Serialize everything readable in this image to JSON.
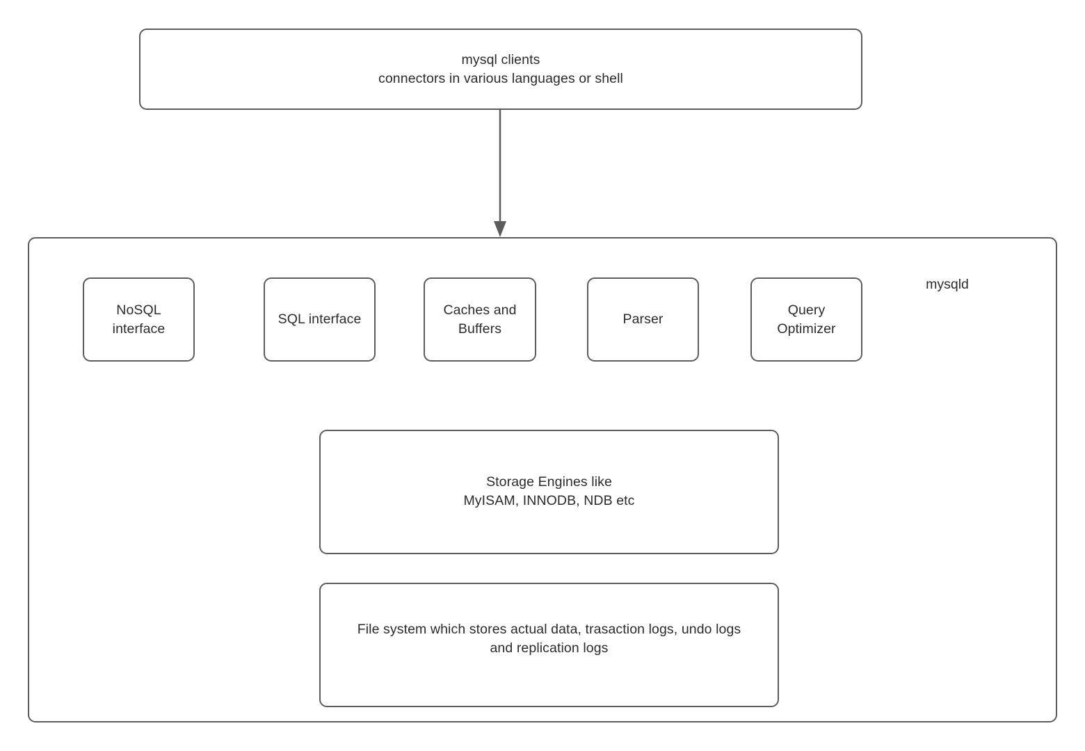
{
  "diagram": {
    "title": "MySQL server architecture diagram",
    "stroke_color": "#5c5c5c",
    "text_color": "#2b2b2b",
    "background_color": "#ffffff"
  },
  "clients": {
    "label": "mysql clients\nconnectors in various languages or shell"
  },
  "connector": {
    "name": "arrow-clients-to-mysqld",
    "direction": "down"
  },
  "mysqld": {
    "title": "mysqld",
    "components": [
      {
        "label": "NoSQL\ninterface"
      },
      {
        "label": "SQL interface"
      },
      {
        "label": "Caches and\nBuffers"
      },
      {
        "label": "Parser"
      },
      {
        "label": "Query\nOptimizer"
      }
    ],
    "storage": {
      "label": "Storage Engines like\nMyISAM, INNODB, NDB etc"
    },
    "filesystem": {
      "label": "File system which stores actual data, trasaction logs, undo logs\nand replication logs"
    }
  }
}
